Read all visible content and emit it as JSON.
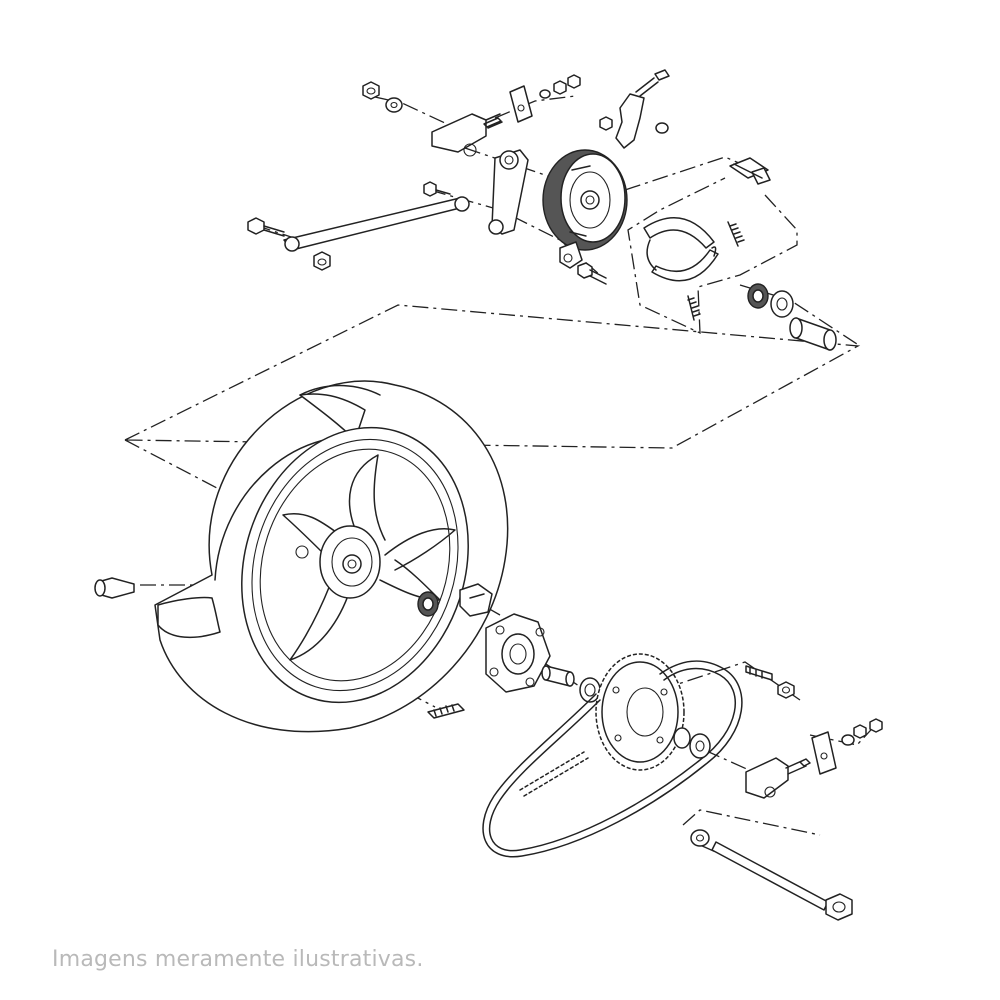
{
  "caption": "Imagens meramente ilustrativas.",
  "colors": {
    "background": "#ffffff",
    "line": "#222222",
    "caption": "#b9b9b9"
  },
  "diagram": {
    "type": "exploded-parts-view",
    "subject": "rear wheel assembly"
  }
}
